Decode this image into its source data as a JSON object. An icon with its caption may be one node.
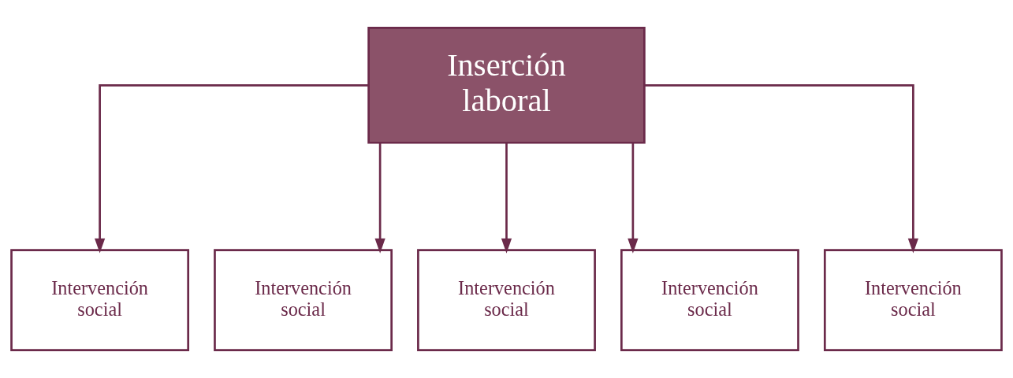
{
  "diagram": {
    "nodes": [
      {
        "text": [
          "Inserción laboral"
        ]
      },
      {
        "text": [
          "Intervención social"
        ]
      },
      {
        "text": [
          "Intervención social"
        ]
      },
      {
        "text": [
          "Intervención social"
        ]
      },
      {
        "text": [
          "Intervención social"
        ]
      },
      {
        "text": [
          "Intervención social"
        ]
      }
    ],
    "edges": [
      {
        "from": 0,
        "to": 1,
        "arrow": "to"
      },
      {
        "from": 0,
        "to": 2,
        "arrow": "to"
      },
      {
        "from": 0,
        "to": 3,
        "arrow": "to"
      },
      {
        "from": 0,
        "to": 4,
        "arrow": "to"
      },
      {
        "from": 0,
        "to": 5,
        "arrow": "to"
      }
    ]
  }
}
